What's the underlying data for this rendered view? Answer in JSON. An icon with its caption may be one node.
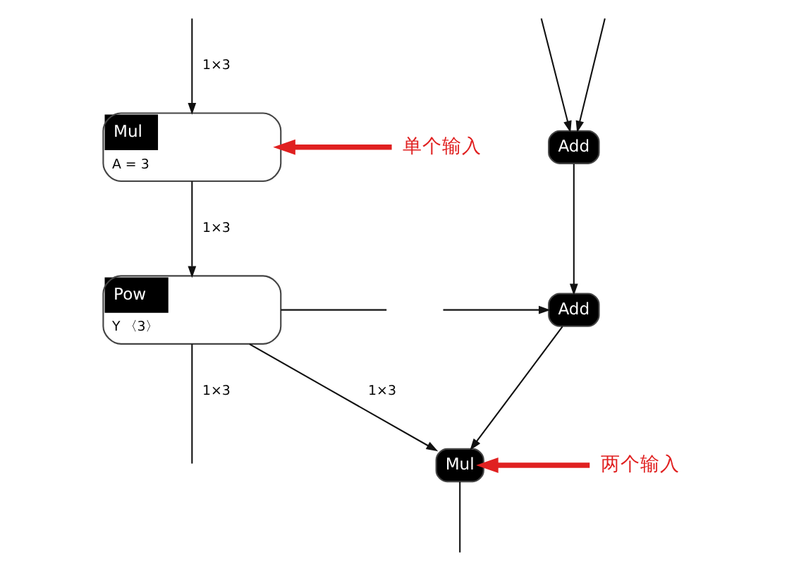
{
  "diagram": {
    "nodes": [
      {
        "text": [
          "Mul",
          "A = 3"
        ]
      },
      {
        "text": [
          "Pow",
          "Y 〈3〉"
        ]
      },
      {
        "text": [
          "Add"
        ]
      },
      {
        "text": [
          "Add"
        ]
      },
      {
        "text": [
          "Mul"
        ]
      },
      {
        "text": [
          "单个输入"
        ]
      },
      {
        "text": [
          "两个输入"
        ]
      }
    ],
    "edges": [
      {
        "from": null,
        "to": 0,
        "arrow": "to",
        "label": "1×3"
      },
      {
        "from": 0,
        "to": 1,
        "arrow": "to",
        "label": "1×3"
      },
      {
        "from": null,
        "to": 2,
        "arrow": "to"
      },
      {
        "from": null,
        "to": 2,
        "arrow": "to"
      },
      {
        "from": 2,
        "to": 3,
        "arrow": "to"
      },
      {
        "from": null,
        "to": 3,
        "arrow": "to"
      },
      {
        "from": 1,
        "to": null,
        "arrow": "none",
        "label": "1×3"
      },
      {
        "from": 1,
        "to": 4,
        "arrow": "to",
        "label": "1×3"
      },
      {
        "from": 1,
        "to": null,
        "arrow": "none"
      },
      {
        "from": 3,
        "to": 4,
        "arrow": "to"
      },
      {
        "from": 4,
        "to": null,
        "arrow": "none"
      },
      {
        "from": 5,
        "to": 0,
        "arrow": "to",
        "style": "thick",
        "color": "#e02020"
      },
      {
        "from": 6,
        "to": 4,
        "arrow": "to",
        "style": "thick",
        "color": "#e02020"
      }
    ]
  }
}
